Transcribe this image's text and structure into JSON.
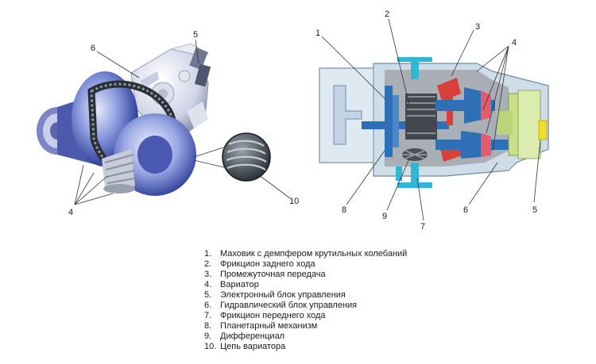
{
  "callouts_left": [
    "6",
    "5",
    "4",
    "10"
  ],
  "callouts_right": [
    "1",
    "2",
    "3",
    "4",
    "8",
    "9",
    "7",
    "6",
    "5"
  ],
  "legend": [
    {
      "num": "1.",
      "text": "Маховик с демпфером крутильных колебаний"
    },
    {
      "num": "2.",
      "text": "Фрикцион заднего хода"
    },
    {
      "num": "3.",
      "text": "Промежуточная передача"
    },
    {
      "num": "4.",
      "text": "Вариатор"
    },
    {
      "num": "5.",
      "text": "Электронный блок управления"
    },
    {
      "num": "6.",
      "text": "Гидравлический блок управления"
    },
    {
      "num": "7.",
      "text": "Фрикцион переднего хода"
    },
    {
      "num": "8.",
      "text": "Планетарный механизм"
    },
    {
      "num": "9.",
      "text": "Дифференциал"
    },
    {
      "num": "10.",
      "text": "Цепь вариатора"
    }
  ],
  "colors": {
    "housing": "#cfdde9",
    "shaft": "#2f6fb5",
    "cyan": "#2fb7d6",
    "red": "#d9403a",
    "green": "#c8e08a",
    "yellow": "#f2de2a",
    "metal": "#3f52b0"
  }
}
